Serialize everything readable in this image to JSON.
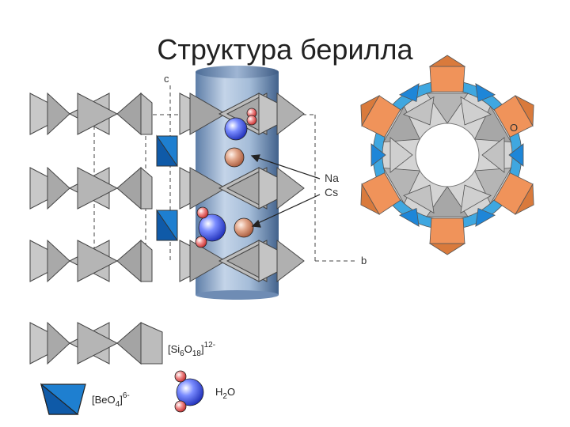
{
  "title": "Структура берилла",
  "labels": {
    "c_axis": "c",
    "b_axis": "b",
    "oxygen": "O",
    "na": "Na",
    "cs": "Cs"
  },
  "legend": {
    "silicate_prefix": "[Si",
    "silicate_sub1": "6",
    "silicate_mid": "O",
    "silicate_sub2": "18",
    "silicate_bracket": "]",
    "silicate_charge": "12-",
    "beryllium_prefix": "[BeO",
    "beryllium_sub": "4",
    "beryllium_bracket": "]",
    "beryllium_charge": "6-",
    "water_prefix": "H",
    "water_sub": "2",
    "water_suffix": "O"
  },
  "colors": {
    "tetrahedron_gray": "#b8b8b8",
    "be_tetrahedron_blue": "#1e7fd0",
    "channel_blue": "#8aa6c8",
    "ring_orange": "#f0935a",
    "ring_blue": "#3fa7e0",
    "water_oxygen": "#3344dd",
    "water_hydrogen": "#e25555",
    "na_cs_atom": "#d9876a"
  }
}
